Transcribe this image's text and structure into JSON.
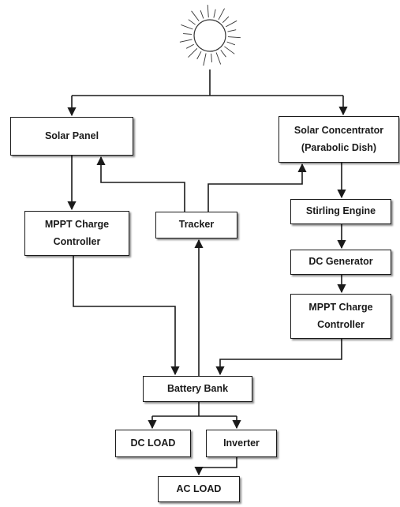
{
  "diagram": {
    "nodes": {
      "solar_panel": {
        "lines": [
          "Solar Panel"
        ]
      },
      "solar_concentrator": {
        "lines": [
          "Solar Concentrator",
          "(Parabolic Dish)"
        ]
      },
      "mppt_left": {
        "lines": [
          "MPPT Charge",
          "Controller"
        ]
      },
      "tracker": {
        "lines": [
          "Tracker"
        ]
      },
      "stirling_engine": {
        "lines": [
          "Stirling Engine"
        ]
      },
      "dc_generator": {
        "lines": [
          "DC Generator"
        ]
      },
      "mppt_right": {
        "lines": [
          "MPPT Charge",
          "Controller"
        ]
      },
      "battery_bank": {
        "lines": [
          "Battery Bank"
        ]
      },
      "dc_load": {
        "lines": [
          "DC LOAD"
        ]
      },
      "inverter": {
        "lines": [
          "Inverter"
        ]
      },
      "ac_load": {
        "lines": [
          "AC LOAD"
        ]
      }
    },
    "edges": [
      {
        "from": "sun",
        "to": "solar_panel"
      },
      {
        "from": "sun",
        "to": "solar_concentrator"
      },
      {
        "from": "tracker",
        "to": "solar_panel"
      },
      {
        "from": "tracker",
        "to": "solar_concentrator"
      },
      {
        "from": "solar_panel",
        "to": "mppt_left"
      },
      {
        "from": "solar_concentrator",
        "to": "stirling_engine"
      },
      {
        "from": "stirling_engine",
        "to": "dc_generator"
      },
      {
        "from": "dc_generator",
        "to": "mppt_right"
      },
      {
        "from": "mppt_left",
        "to": "battery_bank"
      },
      {
        "from": "mppt_right",
        "to": "battery_bank"
      },
      {
        "from": "battery_bank",
        "to": "tracker"
      },
      {
        "from": "battery_bank",
        "to": "dc_load"
      },
      {
        "from": "battery_bank",
        "to": "inverter"
      },
      {
        "from": "inverter",
        "to": "ac_load"
      }
    ],
    "icons": {
      "source": "sun-icon"
    },
    "colors": {
      "line": "#1a1a1a",
      "box_fill": "#ffffff",
      "shadow": "#555555"
    }
  }
}
